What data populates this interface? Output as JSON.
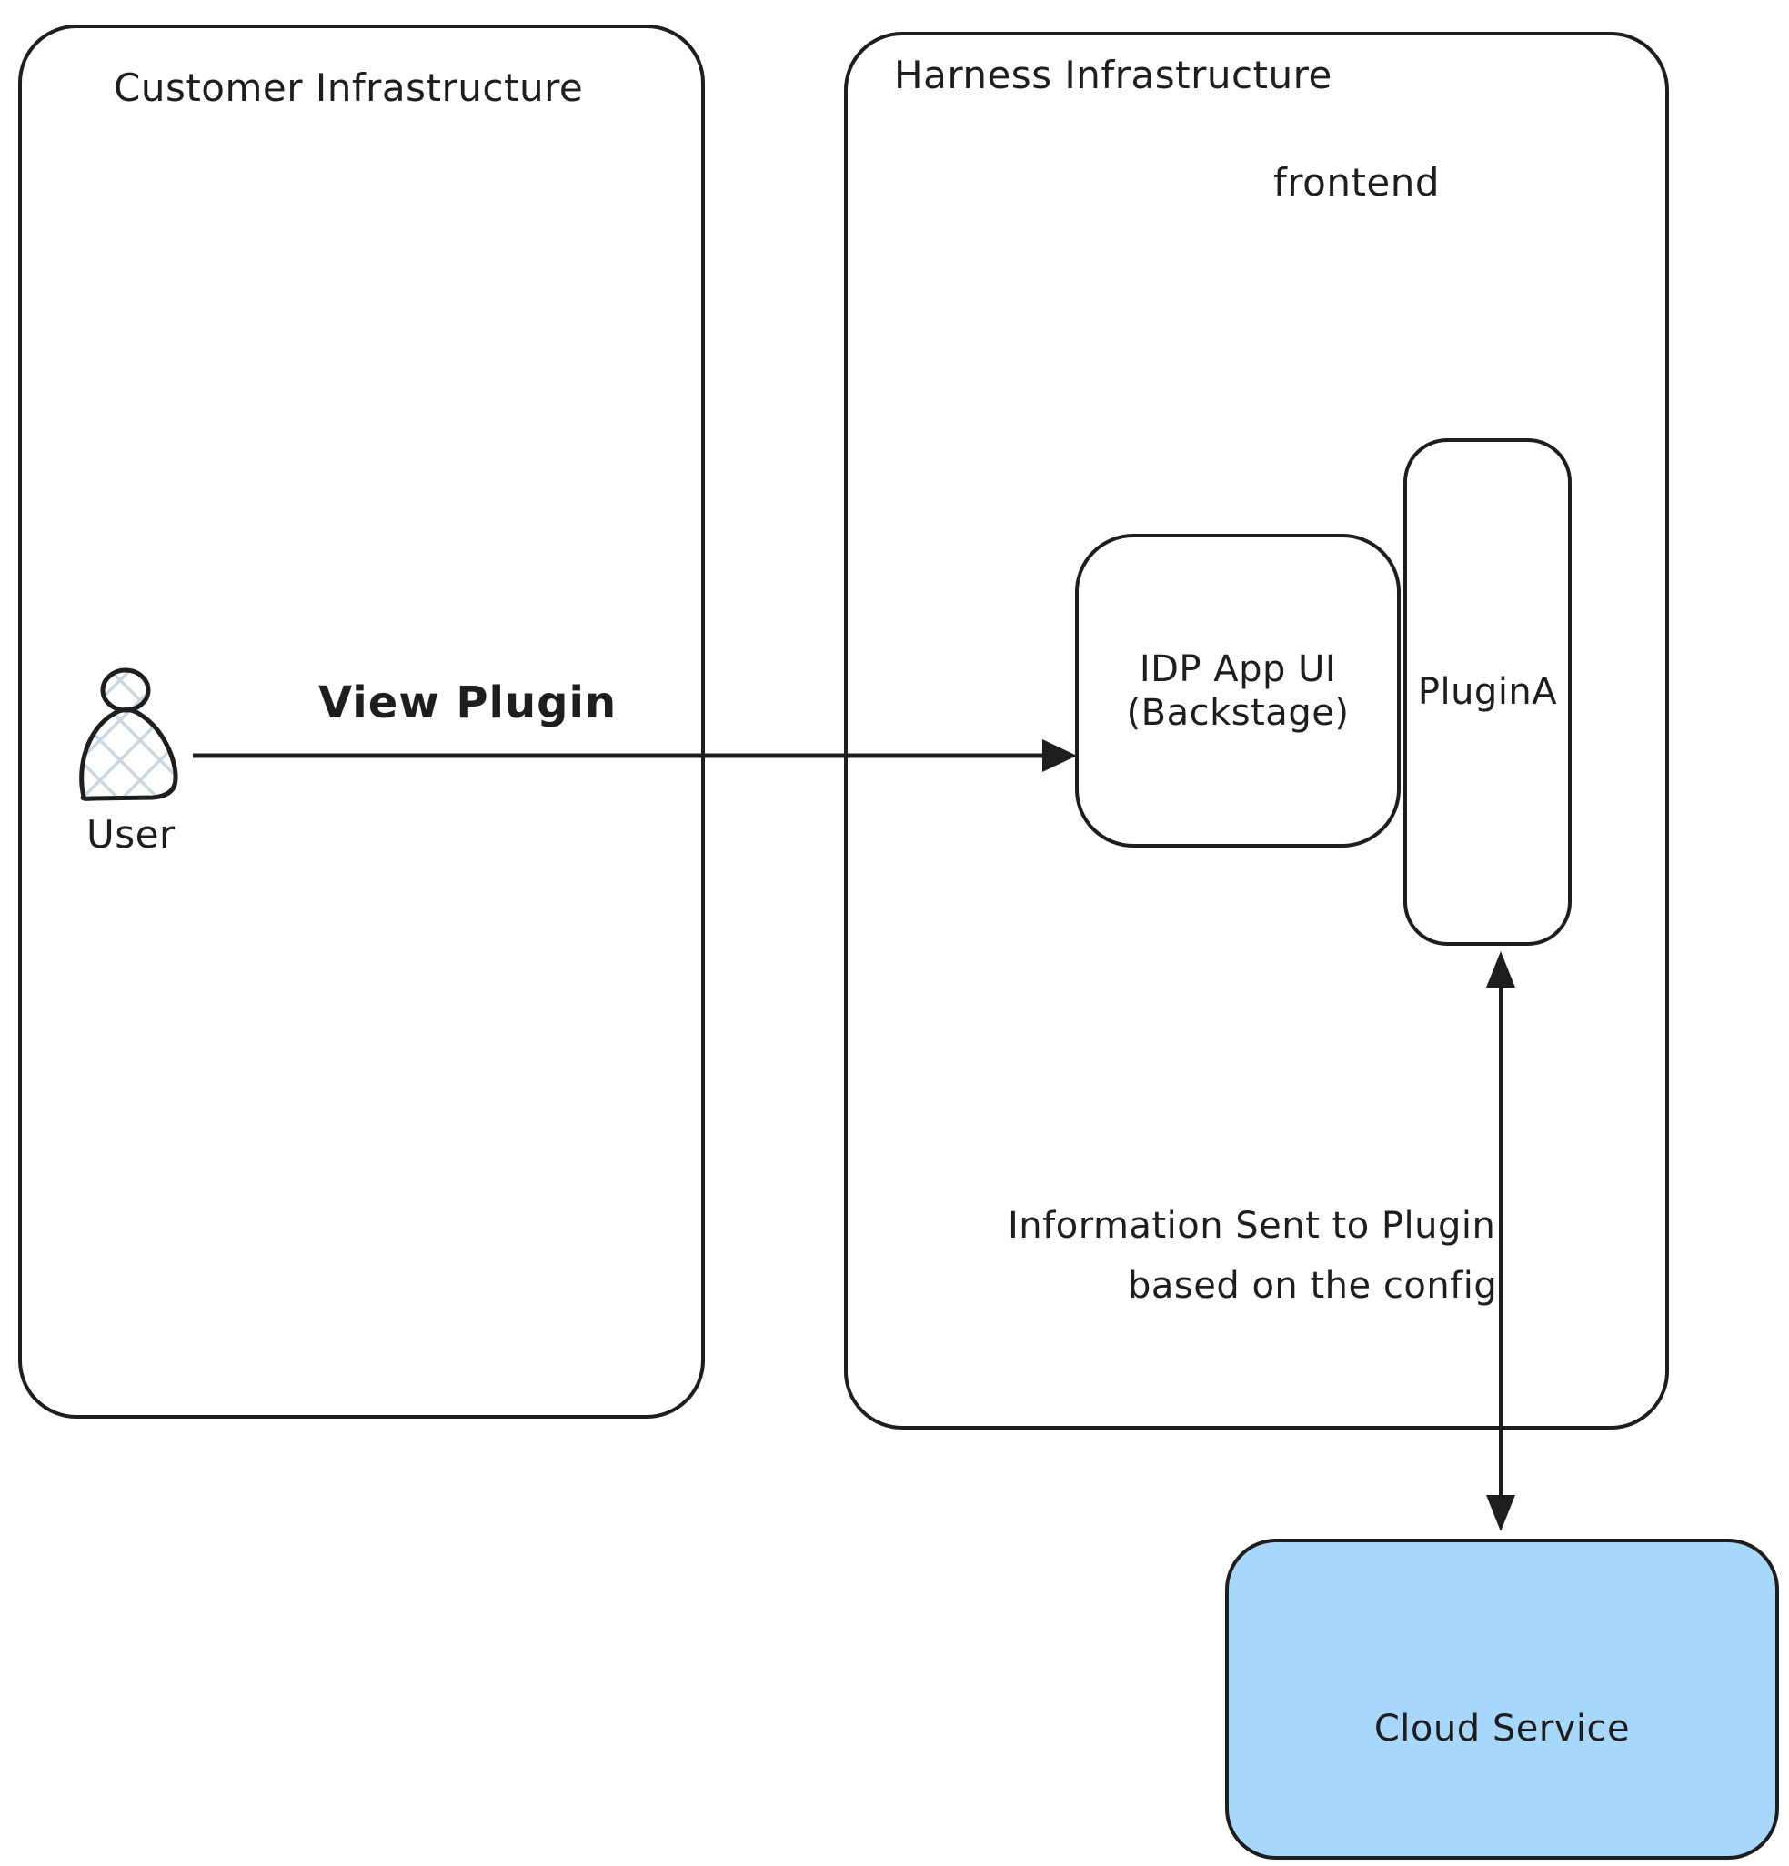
{
  "diagram": {
    "customer_box": {
      "title": "Customer Infrastructure"
    },
    "harness_box": {
      "title": "Harness Infrastructure",
      "frontend_label": "frontend"
    },
    "nodes": {
      "user": {
        "label": "User"
      },
      "idp_app": {
        "label_line1": "IDP App UI",
        "label_line2": "(Backstage)"
      },
      "plugin_a": {
        "label": "PluginA"
      },
      "cloud_service": {
        "label": "Cloud Service"
      }
    },
    "edges": {
      "view_plugin": {
        "label": "View Plugin"
      },
      "info_to_plugin": {
        "label_line1": "Information Sent to Plugin",
        "label_line2": "based on the config"
      }
    }
  },
  "colors": {
    "stroke": "#1e1e1e",
    "background": "#ffffff",
    "cloud_fill": "#a7d8fb",
    "crosshatch": "#ccd6de"
  }
}
